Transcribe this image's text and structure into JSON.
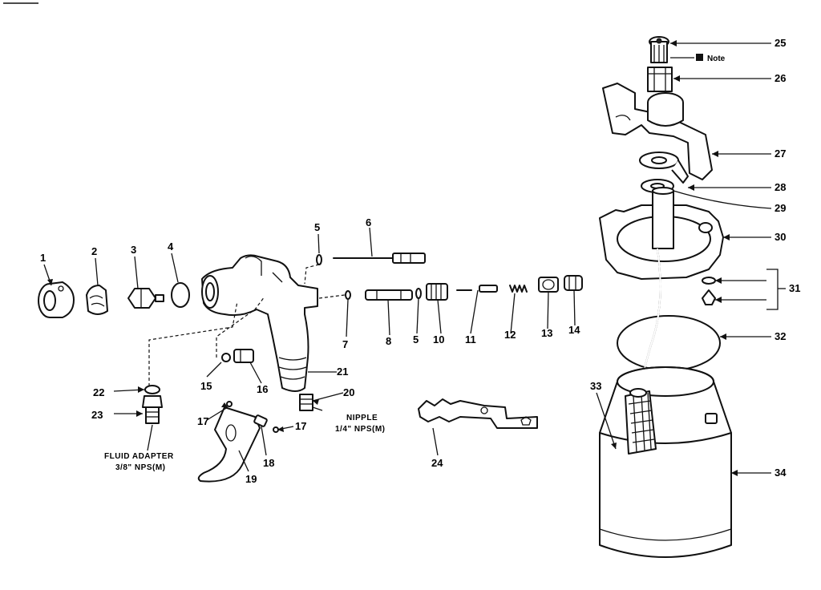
{
  "diagram": {
    "callouts": {
      "p1": "1",
      "p2": "2",
      "p3": "3",
      "p4": "4",
      "p5a": "5",
      "p5b": "5",
      "p6": "6",
      "p7": "7",
      "p8": "8",
      "p10": "10",
      "p11": "11",
      "p12": "12",
      "p13": "13",
      "p14": "14",
      "p15": "15",
      "p16": "16",
      "p17a": "17",
      "p17b": "17",
      "p18": "18",
      "p19": "19",
      "p20": "20",
      "p21": "21",
      "p22": "22",
      "p23": "23",
      "p24": "24",
      "p25": "25",
      "p26": "26",
      "p27": "27",
      "p28": "28",
      "p29": "29",
      "p30": "30",
      "p31": "31",
      "p32": "32",
      "p33": "33",
      "p34": "34"
    },
    "nipple_label": "NIPPLE",
    "nipple_size": "1/4\" NPS(M)",
    "fluid_adapter_label": "FLUID ADAPTER",
    "fluid_adapter_size": "3/8\" NPS(M)",
    "note_label": "Note"
  }
}
